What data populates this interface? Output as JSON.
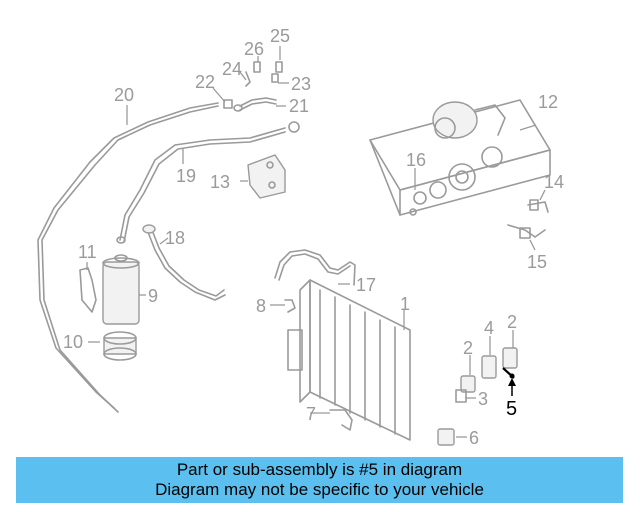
{
  "callouts": {
    "c1": "1",
    "c2a": "2",
    "c2b": "2",
    "c3": "3",
    "c4": "4",
    "c5": "5",
    "c6": "6",
    "c7": "7",
    "c8": "8",
    "c9": "9",
    "c10": "10",
    "c11": "11",
    "c12": "12",
    "c13": "13",
    "c14": "14",
    "c15": "15",
    "c16": "16",
    "c17": "17",
    "c18": "18",
    "c19": "19",
    "c20": "20",
    "c21": "21",
    "c22": "22",
    "c23": "23",
    "c24": "24",
    "c25": "25",
    "c26": "26"
  },
  "highlighted_part": "5",
  "banner": {
    "line1": "Part or sub-assembly is #5 in diagram",
    "line2": "Diagram may not be specific to your vehicle"
  },
  "colors": {
    "banner_bg": "#5bc0f0",
    "parts": "#9a9a9a",
    "highlight": "#000000"
  }
}
